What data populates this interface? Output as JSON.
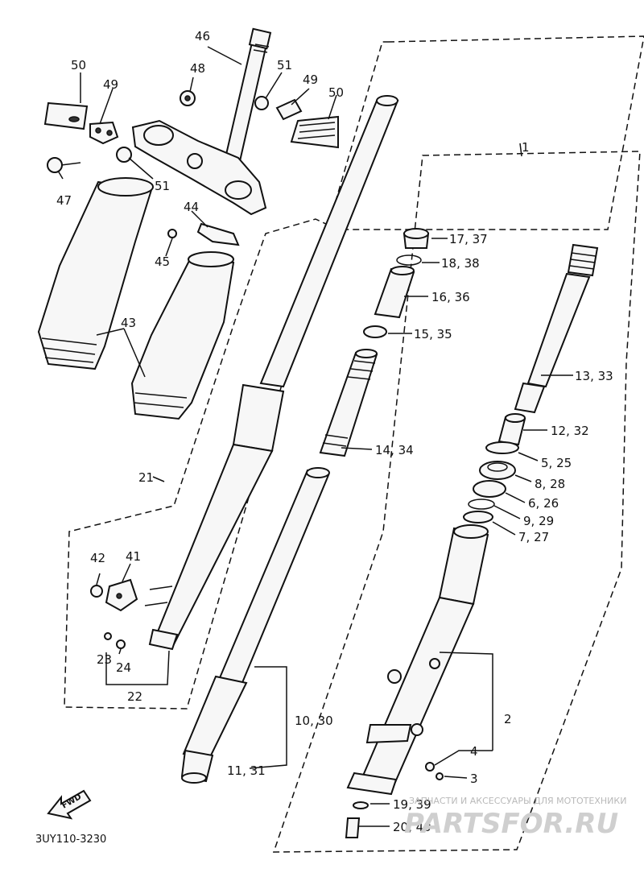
{
  "diagram": {
    "code": "3UY110-3230",
    "direction_badge": "FWD",
    "watermark": {
      "caption": "ЗАПЧАСТИ И АКСЕССУАРЫ ДЛЯ МОТОТЕХНИКИ",
      "brand": "PARTSFOR.RU"
    },
    "labels": {
      "p1": "1",
      "p2": "2",
      "p3": "3",
      "p4": "4",
      "p21": "21",
      "p22": "22",
      "p23": "23",
      "p24": "24",
      "p41": "41",
      "p42": "42",
      "p43": "43",
      "p44": "44",
      "p45": "45",
      "p46": "46",
      "p47": "47",
      "p48": "48",
      "p49a": "49",
      "p49b": "49",
      "p50a": "50",
      "p50b": "50",
      "p51a": "51",
      "p51b": "51",
      "p5_25": "5, 25",
      "p6_26": "6, 26",
      "p7_27": "7, 27",
      "p8_28": "8, 28",
      "p9_29": "9, 29",
      "p10_30": "10, 30",
      "p11_31": "11, 31",
      "p12_32": "12, 32",
      "p13_33": "13, 33",
      "p14_34": "14, 34",
      "p15_35": "15, 35",
      "p16_36": "16, 36",
      "p17_37": "17, 37",
      "p18_38": "18, 38",
      "p19_39": "19, 39",
      "p20_40": "20, 40"
    }
  }
}
